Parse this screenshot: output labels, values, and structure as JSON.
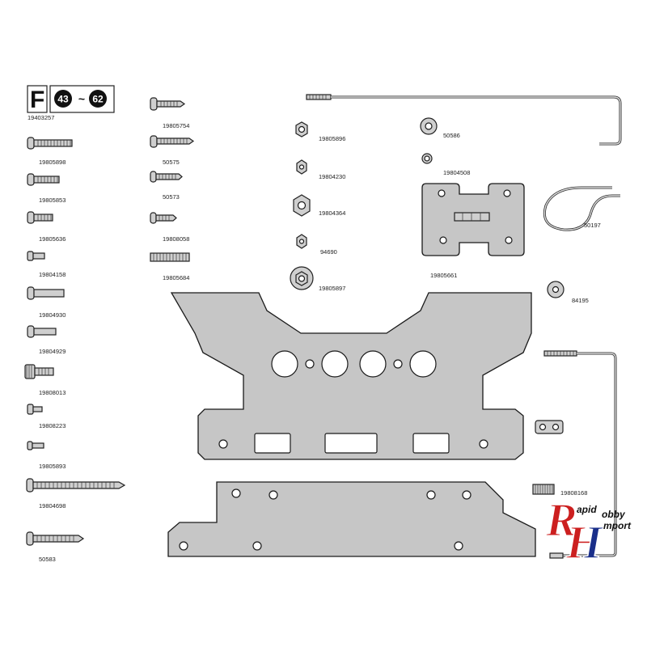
{
  "header": {
    "section_letter": "F",
    "step_from": "43",
    "range_separator": "~",
    "step_to": "62",
    "code": "19403257"
  },
  "parts": {
    "s1": "19805898",
    "s2": "19805853",
    "s3": "19805636",
    "s4": "19804158",
    "s5": "19804930",
    "s6": "19804929",
    "s7": "19808013",
    "s8": "19808223",
    "s9": "19805893",
    "s10": "19804698",
    "s11": "50583",
    "t1": "19805754",
    "t2": "50575",
    "t3": "50573",
    "t4": "19808058",
    "t5": "19805684",
    "n1": "19805896",
    "n2": "19804230",
    "n3": "19804364",
    "n4": "94690",
    "n5": "19805897",
    "w1": "50586",
    "w2": "19804508",
    "hinge": "19805661",
    "clip": "50197",
    "spacer": "84195",
    "spring": "19808168"
  },
  "logo": {
    "letter_r": "R",
    "letter_h": "H",
    "letter_i": "I",
    "word_rapid": "apid",
    "word_hobby": "obby",
    "word_import": "mport",
    "colors": {
      "red": "#cc1f1f",
      "blue": "#1a2f8a"
    }
  }
}
